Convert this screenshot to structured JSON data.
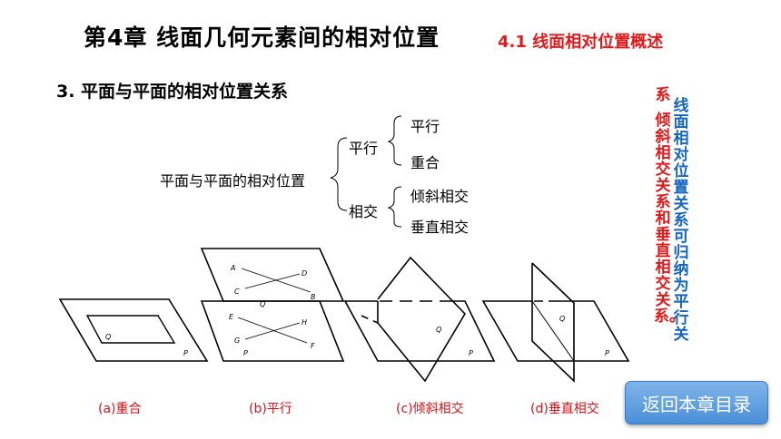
{
  "header": {
    "title": "第4章  线面几何元素间的相对位置",
    "section": "4.1  线面相对位置概述"
  },
  "subtitle": "3. 平面与平面的相对位置关系",
  "tree": {
    "root": "平面与平面的相对位置",
    "parallel": "平行",
    "parallel_children": [
      "平行",
      "重合"
    ],
    "intersect": "相交",
    "intersect_children": [
      "倾斜相交",
      "垂直相交"
    ]
  },
  "figures": {
    "labels": {
      "Q": "Q",
      "P": "P",
      "A": "A",
      "B": "B",
      "C": "C",
      "D": "D",
      "E": "E",
      "F": "F",
      "G": "G",
      "H": "H"
    },
    "captions": [
      "(a)重合",
      "(b)平行",
      "(c)倾斜相交",
      "(d)垂直相交"
    ]
  },
  "note": {
    "blue": "线面相对位置关系可归纳为平行关",
    "red_top": "系",
    "red_col": "倾斜相交关系和垂直相交关系。"
  },
  "back_button": "返回本章目录",
  "colors": {
    "accent_red": "#e0191b",
    "note_blue": "#1565c0",
    "button": "#4a8fd8"
  }
}
